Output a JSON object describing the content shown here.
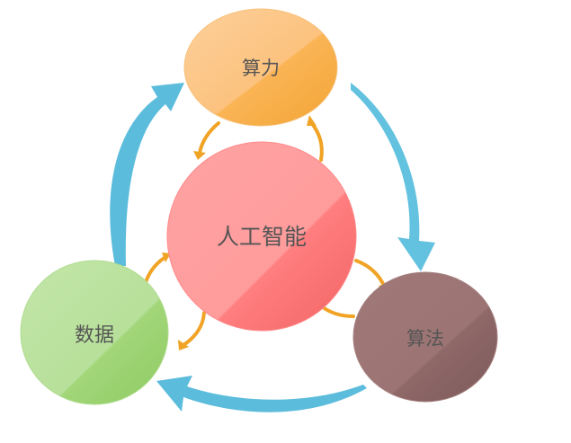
{
  "nodes": {
    "center": {
      "label": "人工智能",
      "color": "#ff7f80"
    },
    "top": {
      "label": "算力",
      "color": "#fbb65e"
    },
    "left": {
      "label": "数据",
      "color": "#a5d97e"
    },
    "right": {
      "label": "算法",
      "color": "#9b7171"
    }
  },
  "colors": {
    "cycle_arrow": "#5bbcdc",
    "link_arrow": "#f0a325"
  }
}
